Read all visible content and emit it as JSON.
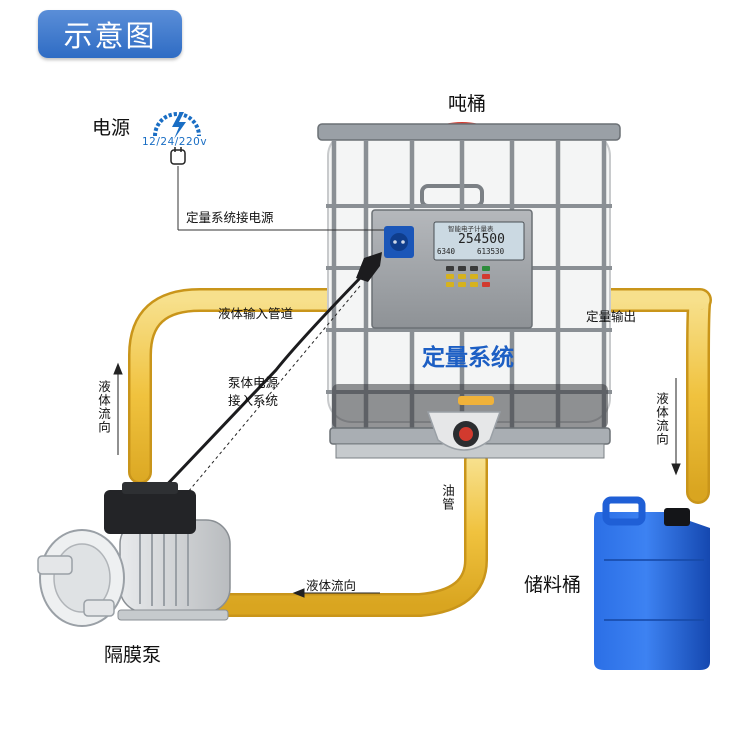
{
  "header": {
    "title": "示意图"
  },
  "labels": {
    "power": "电源",
    "voltage": "12/24/220v",
    "tote": "吨桶",
    "metering_power": "定量系统接电源",
    "inlet_pipe": "液体输入管道",
    "metered_output": "定量输出",
    "pump_power_line1": "泵体电源",
    "pump_power_line2": "接入系统",
    "system_title": "定量系统",
    "flow_left": "液体流向",
    "flow_right": "液体流向",
    "flow_bottom": "液体流向",
    "oil_pipe": "油管",
    "storage": "储料桶",
    "pump": "隔膜泵"
  },
  "display": {
    "caption": "智能电子计量表",
    "main_reading": "254500",
    "sub_left": "6340",
    "sub_right": "613530"
  },
  "colors": {
    "header_bg": "#3a76cc",
    "pipe": "#f2c94c",
    "title_blue": "#1d5fc4",
    "jerrycan": "#1f5fd6"
  }
}
